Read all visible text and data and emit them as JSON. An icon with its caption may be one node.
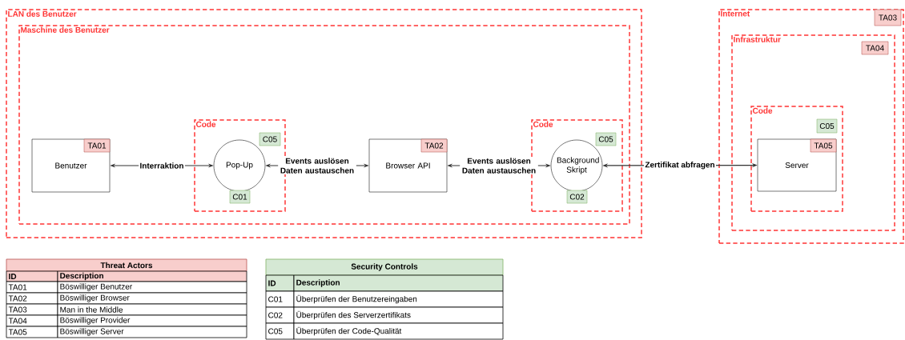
{
  "diagram": {
    "nodes": [
      {
        "text": [
          "LAN des Benutzer"
        ]
      },
      {
        "text": [
          "Maschine des Benutzer"
        ],
        "in": 0
      },
      {
        "text": [
          "Benutzer"
        ],
        "in": 1
      },
      {
        "text": [
          "TA01"
        ],
        "in": 2
      },
      {
        "text": [
          "Code"
        ],
        "in": 1
      },
      {
        "text": [
          "C05"
        ],
        "in": 4
      },
      {
        "text": [
          "Pop-Up"
        ],
        "in": 4
      },
      {
        "text": [
          "C01"
        ],
        "in": 4
      },
      {
        "text": [
          "Browser API"
        ],
        "in": 1
      },
      {
        "text": [
          "TA02"
        ],
        "in": 8
      },
      {
        "text": [
          "Code"
        ],
        "in": 1
      },
      {
        "text": [
          "C05"
        ],
        "in": 10
      },
      {
        "text": [
          "Background Skript"
        ],
        "in": 10
      },
      {
        "text": [
          "C02"
        ],
        "in": 10
      },
      {
        "text": [
          "Internet"
        ]
      },
      {
        "text": [
          "TA03"
        ],
        "in": 14
      },
      {
        "text": [
          "Infrastruktur"
        ],
        "in": 14
      },
      {
        "text": [
          "TA04"
        ],
        "in": 16
      },
      {
        "text": [
          "Code"
        ],
        "in": 16
      },
      {
        "text": [
          "C05"
        ],
        "in": 18
      },
      {
        "text": [
          "Server"
        ],
        "in": 18
      },
      {
        "text": [
          "TA05"
        ],
        "in": 20
      }
    ],
    "edges": [
      {
        "from": 2,
        "to": 6,
        "arrow": "both",
        "label": "Interraktion"
      },
      {
        "from": 6,
        "to": 8,
        "arrow": "both",
        "label": "Events auslösen Daten austauschen"
      },
      {
        "from": 8,
        "to": 12,
        "arrow": "both",
        "label": "Events auslösen Daten austauschen"
      },
      {
        "from": 12,
        "to": 20,
        "arrow": "both",
        "label": "Zertifikat abfragen"
      }
    ],
    "labels": [
      "Threat Actors",
      "ID",
      "Description",
      "TA01",
      "Böswilliger Benutzer",
      "TA02",
      "Böswilliger Browser",
      "TA03",
      "Man in the Middle",
      "TA04",
      "Böswilliger Provider",
      "TA05",
      "Böswilliger Server",
      "Security Controls",
      "ID",
      "Description",
      "C01",
      "Überprüfen der Benutzereingaben",
      "C02",
      "Überprüfen des Serverzertifikats",
      "C05",
      "Überprüfen der Code-Qualität"
    ]
  }
}
